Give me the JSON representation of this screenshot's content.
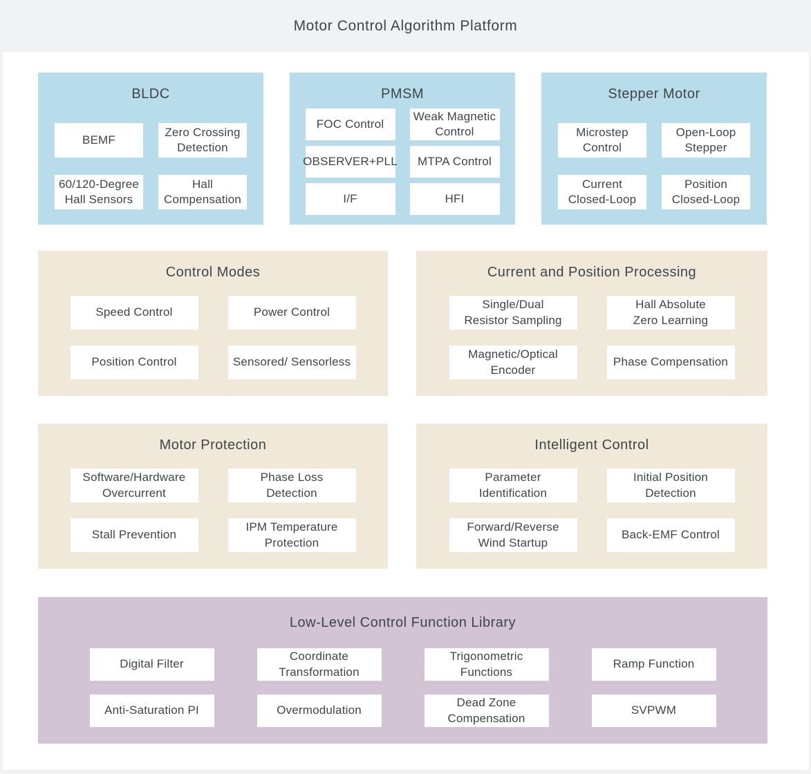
{
  "colors": {
    "header_bg": "#f0f2f4",
    "blue_panel": "#b9dceb",
    "beige_panel": "#f0e9d9",
    "purple_panel": "#d2c3d5",
    "box_bg": "#ffffff",
    "text": "#3e454a",
    "page_bg": "#ffffff"
  },
  "header": {
    "title": "Motor Control Algorithm Platform"
  },
  "panels": [
    {
      "title": "BLDC",
      "items": [
        "BEMF",
        "Zero Crossing\nDetection",
        "60/120-Degree\nHall Sensors",
        "Hall\nCompensation"
      ]
    },
    {
      "title": "PMSM",
      "items": [
        "FOC Control",
        "Weak Magnetic\nControl",
        "OBSERVER+PLL",
        "MTPA Control",
        "I/F",
        "HFI"
      ]
    },
    {
      "title": "Stepper Motor",
      "items": [
        "Microstep\nControl",
        "Open-Loop\nStepper",
        "Current\nClosed-Loop",
        "Position\nClosed-Loop"
      ]
    },
    {
      "title": "Control Modes",
      "items": [
        "Speed Control",
        "Power Control",
        "Position Control",
        "Sensored/ Sensorless"
      ]
    },
    {
      "title": "Current and Position Processing",
      "items": [
        "Single/Dual\nResistor Sampling",
        "Hall Absolute\nZero Learning",
        "Magnetic/Optical\nEncoder",
        "Phase Compensation"
      ]
    },
    {
      "title": "Motor Protection",
      "items": [
        "Software/Hardware\nOvercurrent",
        "Phase Loss\nDetection",
        "Stall Prevention",
        "IPM Temperature\nProtection"
      ]
    },
    {
      "title": "Intelligent Control",
      "items": [
        "Parameter\nIdentification",
        "Initial Position\nDetection",
        "Forward/Reverse\nWind Startup",
        "Back-EMF Control"
      ]
    },
    {
      "title": "Low-Level Control Function Library",
      "items": [
        "Digital Filter",
        "Coordinate\nTransformation",
        "Trigonometric\nFunctions",
        "Ramp Function",
        "Anti-Saturation PI",
        "Overmodulation",
        "Dead Zone\nCompensation",
        "SVPWM"
      ]
    }
  ]
}
